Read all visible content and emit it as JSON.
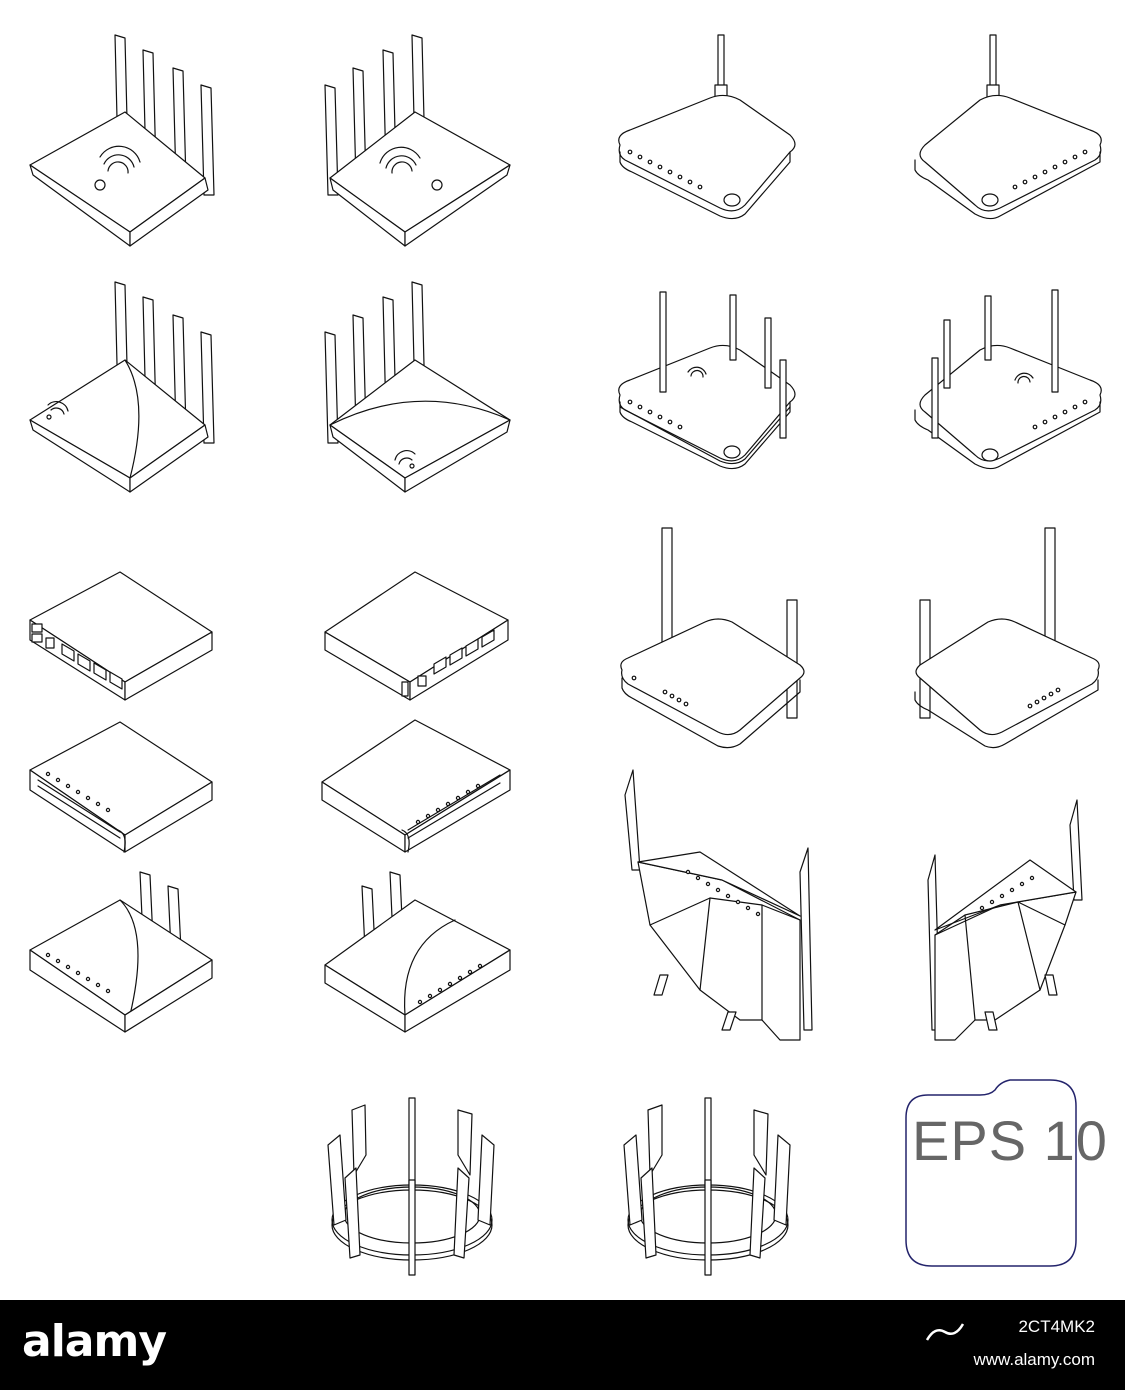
{
  "badge": {
    "text": "EPS 10",
    "border_color": "#23236b",
    "text_color": "#666666"
  },
  "watermark_bar": {
    "brand": "alamy",
    "image_id": "2CT4MK2",
    "site": "www.alamy.com",
    "background": "#000000",
    "text_color": "#ffffff"
  },
  "icons": [
    {
      "name": "router-four-antenna-wifi-left",
      "icon": "router-icon"
    },
    {
      "name": "router-four-antenna-wifi-right",
      "icon": "router-icon"
    },
    {
      "name": "router-single-antenna-left",
      "icon": "router-icon"
    },
    {
      "name": "router-single-antenna-right",
      "icon": "router-icon"
    },
    {
      "name": "router-four-antenna-curved-left",
      "icon": "router-icon"
    },
    {
      "name": "router-four-antenna-curved-right",
      "icon": "router-icon"
    },
    {
      "name": "router-four-antenna-flat-left",
      "icon": "router-icon"
    },
    {
      "name": "router-four-antenna-flat-right",
      "icon": "router-icon"
    },
    {
      "name": "network-switch-ports-left",
      "icon": "switch-icon"
    },
    {
      "name": "network-switch-ports-right",
      "icon": "switch-icon"
    },
    {
      "name": "router-two-antenna-left",
      "icon": "router-icon"
    },
    {
      "name": "router-two-antenna-right",
      "icon": "router-icon"
    },
    {
      "name": "network-box-lights-left",
      "icon": "switch-icon"
    },
    {
      "name": "network-box-lights-right",
      "icon": "switch-icon"
    },
    {
      "name": "gaming-router-standing-left",
      "icon": "router-icon"
    },
    {
      "name": "gaming-router-standing-right",
      "icon": "router-icon"
    },
    {
      "name": "modem-two-antenna-left",
      "icon": "router-icon"
    },
    {
      "name": "modem-two-antenna-right",
      "icon": "router-icon"
    },
    {
      "name": "round-router-eight-antenna-left",
      "icon": "router-icon"
    },
    {
      "name": "round-router-eight-antenna-right",
      "icon": "router-icon"
    }
  ]
}
